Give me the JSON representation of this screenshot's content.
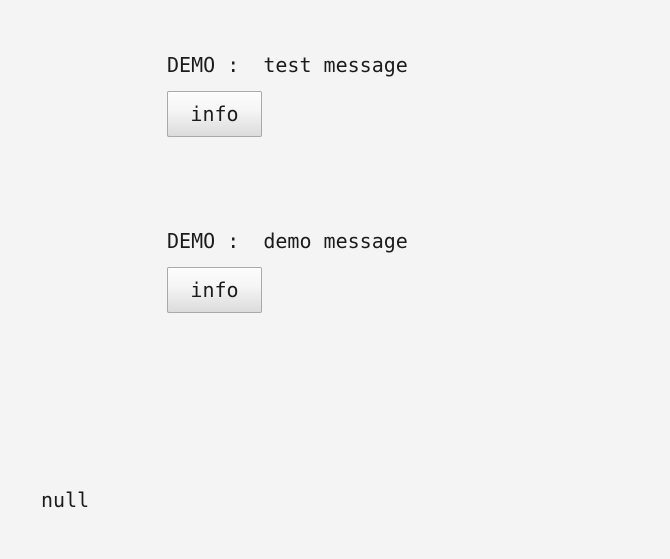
{
  "page": {
    "background_color": "#f4f4f4",
    "text_color": "#1c1c1c"
  },
  "messages": [
    {
      "prefix": "DEMO :  ",
      "text": "test message",
      "full_line": "DEMO :  test message",
      "button_label": "info"
    },
    {
      "prefix": "DEMO :  ",
      "text": "demo message",
      "full_line": "DEMO :  demo message",
      "button_label": "info"
    }
  ],
  "footer": {
    "value": "null"
  }
}
